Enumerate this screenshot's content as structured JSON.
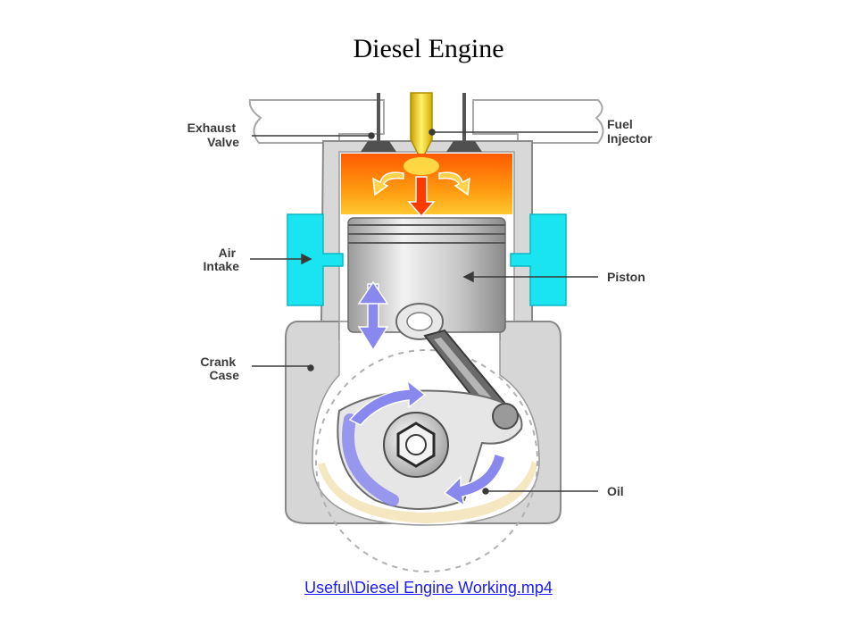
{
  "slide": {
    "title": "Diesel Engine",
    "video_link": "Useful\\Diesel Engine Working.mp4"
  },
  "labels": {
    "exhaust": [
      "Exhaust",
      "Valve"
    ],
    "fuel": [
      "Fuel",
      "Injector"
    ],
    "air": [
      "Air",
      "Intake"
    ],
    "piston": "Piston",
    "crank": [
      "Crank",
      "Case"
    ],
    "oil": "Oil"
  },
  "colors": {
    "air_intake": "#19e4f0",
    "flow_arrows": "#8888ee",
    "link": "#1a1aff",
    "combustion_hot": "#ff5a00",
    "combustion_warm": "#ffb400"
  }
}
